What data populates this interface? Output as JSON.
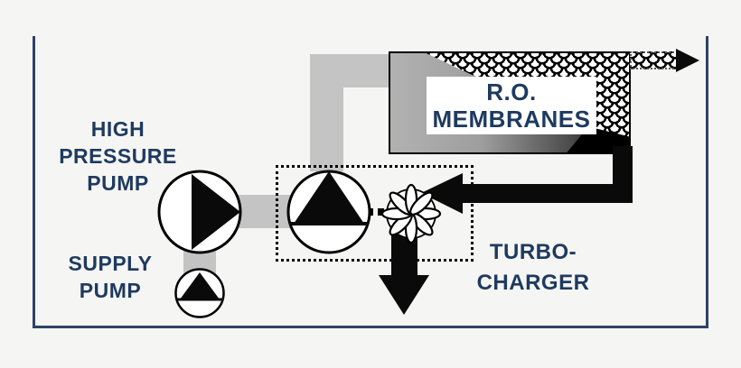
{
  "diagram": {
    "type": "process-flow-schematic",
    "subject": "reverse osmosis system with energy recovery turbocharger",
    "labels": {
      "high_pressure_pump": [
        "HIGH",
        "PRESSURE",
        "PUMP"
      ],
      "supply_pump": [
        "SUPPLY",
        "PUMP"
      ],
      "ro_membranes": [
        "R.O.",
        "MEMBRANES"
      ],
      "turbocharger": [
        "TURBO-",
        "CHARGER"
      ]
    },
    "components": [
      {
        "name": "supply-pump",
        "symbol": "small circle with upward triangle"
      },
      {
        "name": "high-pressure-pump",
        "symbol": "circle with right-pointing triangle"
      },
      {
        "name": "booster-pump",
        "symbol": "circle with upward triangle inside dotted enclosure"
      },
      {
        "name": "turbine-wheel",
        "symbol": "eight-petal rotor"
      },
      {
        "name": "ro-membranes-vessel",
        "symbol": "gradient vessel with scale texture"
      }
    ],
    "flows": [
      {
        "name": "feed-pipe",
        "style": "light gray"
      },
      {
        "name": "permeate-arrow",
        "style": "dotted outline, scale fill, right"
      },
      {
        "name": "concentrate-arrow",
        "style": "solid black, left into turbine"
      },
      {
        "name": "brine-discharge-arrow",
        "style": "solid black, down"
      }
    ],
    "colors": {
      "background": "#f5f5f3",
      "frame": "#2e4266",
      "label_text": "#1e3a5f",
      "pipe_gray": "#c4c4c4",
      "flow_black": "#0a0a0a",
      "vessel_gradient_start": "#b2b2b2",
      "vessel_gradient_end": "#000000"
    }
  }
}
